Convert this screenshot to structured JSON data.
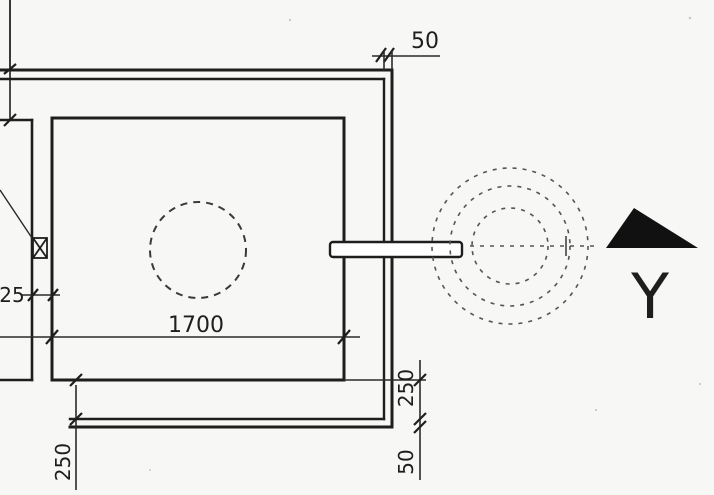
{
  "dimensions": {
    "top_right_gap": "50",
    "interior_width": "1700",
    "left_small": "25",
    "right_vertical_upper": "250",
    "right_vertical_lower": "50",
    "bottom_left_vertical": "250"
  },
  "section_marker": {
    "label": "Y"
  },
  "colors": {
    "ink": "#1e1e1e",
    "paper": "#f7f7f5"
  }
}
